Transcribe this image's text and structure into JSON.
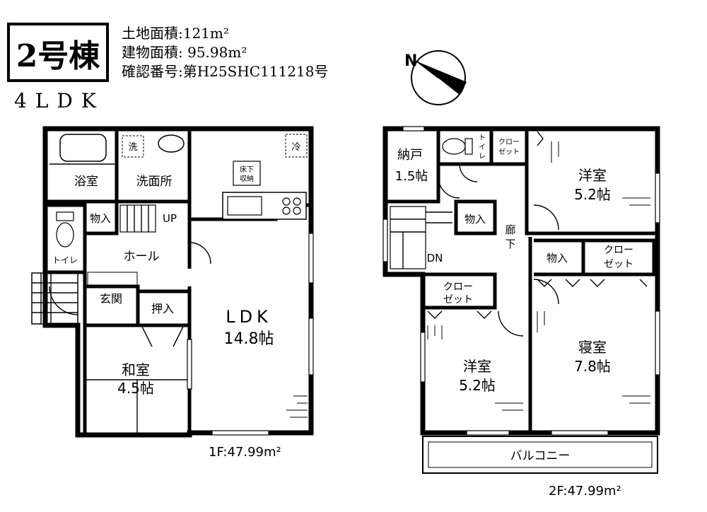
{
  "header": {
    "building": "2号棟",
    "land_area": "土地面積:121m²",
    "floor_area": "建物面積:  95.98m²",
    "confirm_no": "確認番号:第H25SHC111218号",
    "layout": "4LDK",
    "north_label": "N"
  },
  "floor1": {
    "area": "1F:47.99m²",
    "rooms": {
      "bath": "浴室",
      "wash": "洗",
      "washroom": "洗面所",
      "storage": "物入",
      "up": "UP",
      "toilet": "トイレ",
      "hall": "ホール",
      "entrance": "玄関",
      "oshiire": "押入",
      "washitsu": "和室",
      "washitsu_size": "4.5帖",
      "ldk": "LDK",
      "ldk_size": "14.8帖",
      "underfloor_1": "床下",
      "underfloor_2": "収納",
      "fridge": "冷"
    }
  },
  "floor2": {
    "area": "2F:47.99m²",
    "rooms": {
      "nando": "納戸",
      "nando_size": "1.5帖",
      "toilet_1": "ト",
      "toilet_2": "イ",
      "toilet_3": "レ",
      "closet_small_1": "クロー",
      "closet_small_2": "ゼット",
      "youshitsu_a": "洋室",
      "youshitsu_a_size": "5.2帖",
      "storage": "物入",
      "corridor_1": "廊",
      "corridor_2": "下",
      "dn": "DN",
      "storage_b": "物入",
      "closet_b_1": "クロー",
      "closet_b_2": "ゼット",
      "closet_c_1": "クロー",
      "closet_c_2": "ゼット",
      "youshitsu_b": "洋室",
      "youshitsu_b_size": "5.2帖",
      "shinshitsu": "寝室",
      "shinshitsu_size": "7.8帖",
      "balcony": "バルコニー"
    }
  }
}
